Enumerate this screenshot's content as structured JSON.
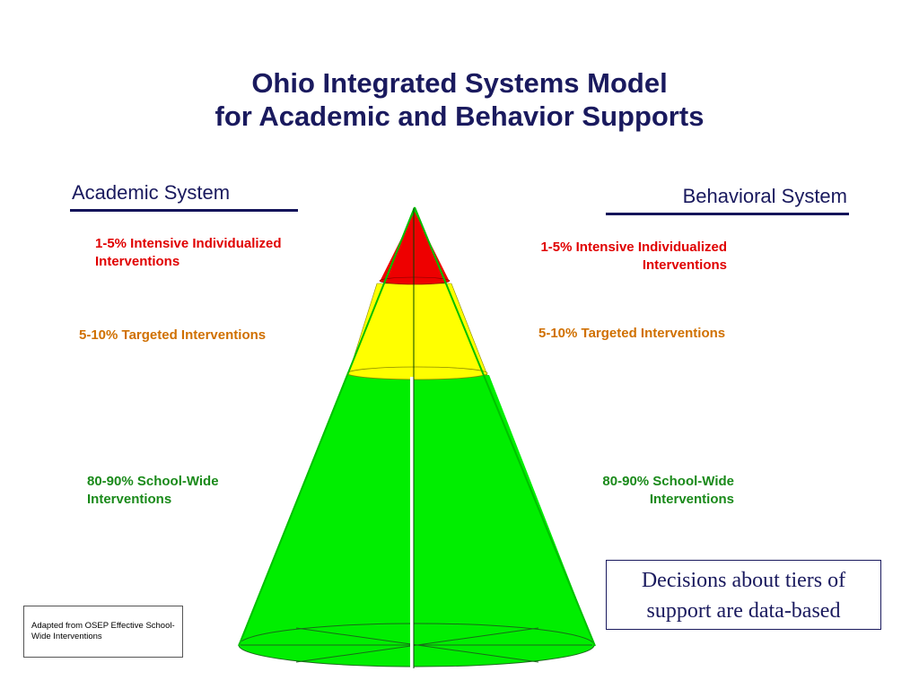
{
  "title": {
    "line1": "Ohio Integrated Systems Model",
    "line2": "for Academic and Behavior Supports"
  },
  "academic": {
    "heading": "Academic System",
    "tier_intensive": "1-5% Intensive Individualized Interventions",
    "tier_targeted": "5-10% Targeted Interventions",
    "tier_schoolwide": "80-90% School-Wide Interventions"
  },
  "behavioral": {
    "heading": "Behavioral System",
    "tier_intensive": "1-5% Intensive Individualized Interventions",
    "tier_targeted": "5-10% Targeted Interventions",
    "tier_schoolwide": "80-90% School-Wide Interventions"
  },
  "colors": {
    "tier_intensive": "#ee0000",
    "tier_targeted": "#ffff00",
    "tier_schoolwide": "#00ee00",
    "heading": "#1a1a5e"
  },
  "source_note": "Adapted from OSEP Effective School-Wide Interventions",
  "callout": "Decisions about tiers of support are data-based"
}
